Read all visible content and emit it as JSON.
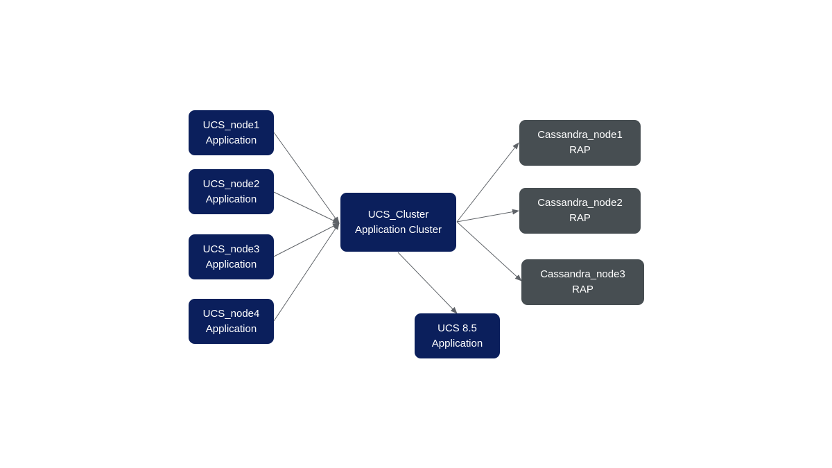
{
  "colors": {
    "application_node": "#0b1f5c",
    "rap_node": "#474e52",
    "node_text": "#ffffff",
    "edge": "#5f6368"
  },
  "nodes": {
    "ucs_node1": {
      "name": "UCS_node1",
      "type": "Application"
    },
    "ucs_node2": {
      "name": "UCS_node2",
      "type": "Application"
    },
    "ucs_node3": {
      "name": "UCS_node3",
      "type": "Application"
    },
    "ucs_node4": {
      "name": "UCS_node4",
      "type": "Application"
    },
    "ucs_cluster": {
      "name": "UCS_Cluster",
      "type": "Application Cluster"
    },
    "ucs_85": {
      "name": "UCS 8.5",
      "type": "Application"
    },
    "cassandra_node1": {
      "name": "Cassandra_node1",
      "type": "RAP"
    },
    "cassandra_node2": {
      "name": "Cassandra_node2",
      "type": "RAP"
    },
    "cassandra_node3": {
      "name": "Cassandra_node3",
      "type": "RAP"
    }
  },
  "edges": [
    {
      "from": "ucs_node1",
      "to": "ucs_cluster"
    },
    {
      "from": "ucs_node2",
      "to": "ucs_cluster"
    },
    {
      "from": "ucs_node3",
      "to": "ucs_cluster"
    },
    {
      "from": "ucs_node4",
      "to": "ucs_cluster"
    },
    {
      "from": "ucs_cluster",
      "to": "cassandra_node1"
    },
    {
      "from": "ucs_cluster",
      "to": "cassandra_node2"
    },
    {
      "from": "ucs_cluster",
      "to": "cassandra_node3"
    },
    {
      "from": "ucs_cluster",
      "to": "ucs_85"
    }
  ]
}
